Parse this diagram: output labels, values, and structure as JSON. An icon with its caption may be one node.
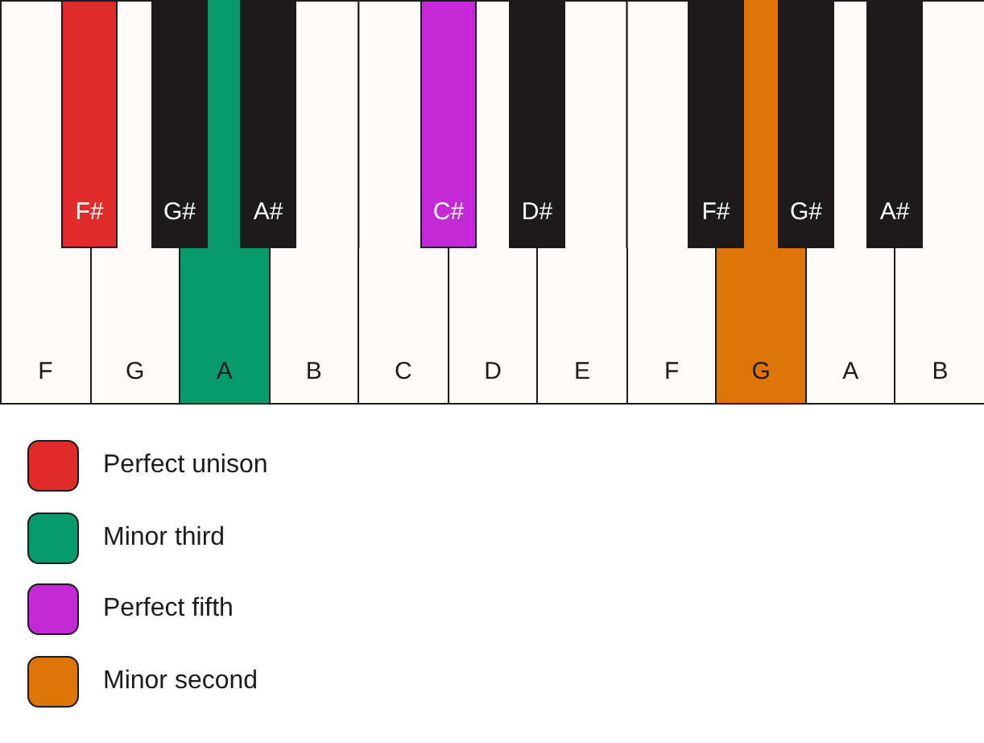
{
  "diagram": {
    "nodes": [
      {
        "text": [
          "F"
        ]
      },
      {
        "text": [
          "G"
        ]
      },
      {
        "text": [
          "A"
        ]
      },
      {
        "text": [
          "B"
        ]
      },
      {
        "text": [
          "C"
        ]
      },
      {
        "text": [
          "D"
        ]
      },
      {
        "text": [
          "E"
        ]
      },
      {
        "text": [
          "F"
        ]
      },
      {
        "text": [
          "G"
        ]
      },
      {
        "text": [
          "A"
        ]
      },
      {
        "text": [
          "B"
        ]
      },
      {
        "text": [
          "F#"
        ]
      },
      {
        "text": [
          "G#"
        ]
      },
      {
        "text": [
          "A#"
        ]
      },
      {
        "text": [
          "C#"
        ]
      },
      {
        "text": [
          "D#"
        ]
      },
      {
        "text": [
          "F#"
        ]
      },
      {
        "text": [
          "G#"
        ]
      },
      {
        "text": [
          "A#"
        ]
      }
    ],
    "legend": [
      {
        "text": "Perfect unison",
        "color": "#e02b2b"
      },
      {
        "text": "Minor third",
        "color": "#079b6b"
      },
      {
        "text": "Perfect fifth",
        "color": "#c32ad6"
      },
      {
        "text": "Minor second",
        "color": "#df7508"
      }
    ]
  }
}
